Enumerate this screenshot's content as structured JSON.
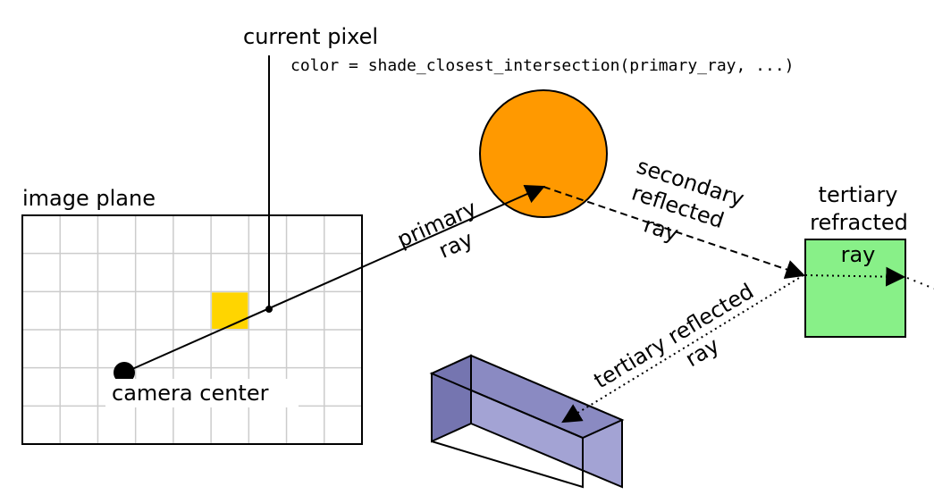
{
  "labels": {
    "current_pixel": "current pixel",
    "code_line": "color = shade_closest_intersection(primary_ray, ...)",
    "image_plane": "image plane",
    "camera_center": "camera center",
    "primary_line1": "primary",
    "primary_line2": "ray",
    "secondary_line1": "secondary",
    "secondary_line2": "reflected",
    "secondary_line3": "ray",
    "tertiary_refracted_line1": "tertiary",
    "tertiary_refracted_line2": "refracted",
    "tertiary_refracted_line3": "ray",
    "tertiary_reflected_line1": "tertiary reflected",
    "tertiary_reflected_line2": "ray"
  },
  "colors": {
    "sphere": "#ff9900",
    "pixel_highlight": "#ffd500",
    "glass_cube": "#88f088",
    "box_front": "#a3a3d4",
    "box_top": "#8a8ac2",
    "box_side": "#7575b0",
    "stroke": "#000000",
    "grid": "#cccccc"
  },
  "image_plane_grid": {
    "columns": 9,
    "rows": 6,
    "highlight_column": 6,
    "highlight_row": 3
  }
}
